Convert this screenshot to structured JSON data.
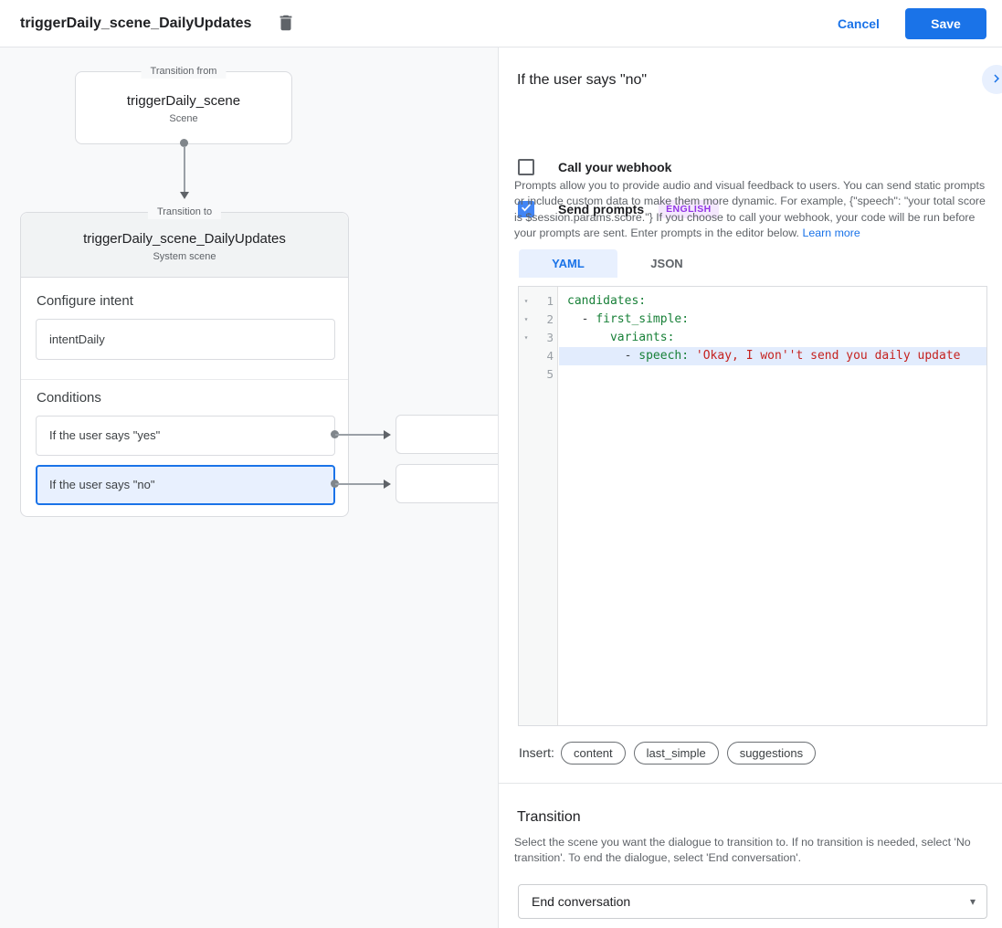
{
  "header": {
    "title": "triggerDaily_scene_DailyUpdates",
    "cancel_label": "Cancel",
    "save_label": "Save"
  },
  "diagram": {
    "from_box": {
      "legend": "Transition from",
      "title": "triggerDaily_scene",
      "subtitle": "Scene"
    },
    "to_box": {
      "legend": "Transition to",
      "title": "triggerDaily_scene_DailyUpdates",
      "subtitle": "System scene",
      "configure_intent_label": "Configure intent",
      "intent_value": "intentDaily",
      "conditions_label": "Conditions",
      "conditions": [
        {
          "label": "If the user says \"yes\"",
          "selected": false
        },
        {
          "label": "If the user says \"no\"",
          "selected": true
        }
      ]
    }
  },
  "panel": {
    "title": "If the user says \"no\"",
    "webhook_label": "Call your webhook",
    "prompts_label": "Send prompts",
    "language_badge": "ENGLISH",
    "description": "Prompts allow you to provide audio and visual feedback to users. You can send static prompts or include custom data to make them more dynamic. For example, {\"speech\": \"your total score is $session.params.score.\"} If you choose to call your webhook, your code will be run before your prompts are sent. Enter prompts in the editor below. ",
    "learn_more_label": "Learn more",
    "tabs": [
      {
        "label": "YAML",
        "selected": true
      },
      {
        "label": "JSON",
        "selected": false
      }
    ],
    "editor": {
      "lines": [
        {
          "number": "1",
          "segments": [
            {
              "c": "green",
              "t": "candidates:"
            }
          ]
        },
        {
          "number": "2",
          "segments": [
            {
              "c": "plain",
              "t": "  - "
            },
            {
              "c": "green",
              "t": "first_simple:"
            }
          ]
        },
        {
          "number": "3",
          "segments": [
            {
              "c": "plain",
              "t": "      "
            },
            {
              "c": "green",
              "t": "variants:"
            }
          ]
        },
        {
          "number": "4",
          "highlighted": true,
          "segments": [
            {
              "c": "plain",
              "t": "        - "
            },
            {
              "c": "green",
              "t": "speech: "
            },
            {
              "c": "red",
              "t": "'Okay, I won''t send you daily update"
            }
          ]
        },
        {
          "number": "5",
          "segments": []
        }
      ]
    },
    "insert_label": "Insert:",
    "insert_chips": [
      "content",
      "last_simple",
      "suggestions"
    ],
    "transition": {
      "heading": "Transition",
      "description": "Select the scene you want the dialogue to transition to. If no transition is needed, select 'No transition'. To end the dialogue, select 'End conversation'.",
      "dropdown_value": "End conversation"
    }
  },
  "icons": {
    "fold_arrow": "▾",
    "dropdown_caret": "▾"
  },
  "colors": {
    "accent_blue": "#1a73e8",
    "selected_condition_bg": "#e8f0fe",
    "selected_condition_border": "#1a73e8",
    "checkbox_checked": "#4285f4",
    "badge_bg": "#f4e8fd",
    "badge_text": "#9334e6",
    "code_key_green": "#188038",
    "code_string_red": "#c5221f",
    "code_line_highlight": "#e2ecfd",
    "canvas_bg": "#f8f9fa"
  }
}
